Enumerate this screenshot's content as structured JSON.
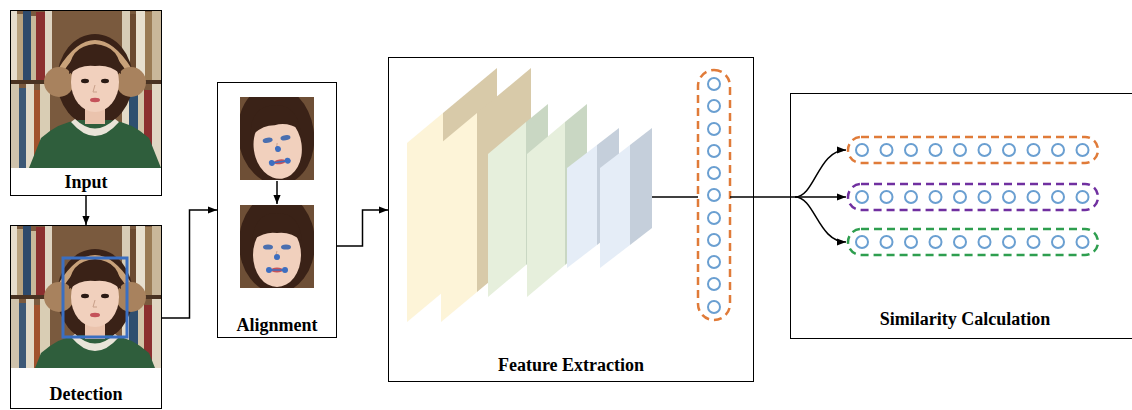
{
  "diagram": {
    "nodes": [
      {
        "text": [
          "Input"
        ]
      },
      {
        "text": [
          "Detection"
        ]
      },
      {
        "text": [
          "Alignment"
        ]
      },
      {
        "text": [
          "Feature Extraction"
        ]
      },
      {
        "text": [
          "Similarity Calculation"
        ]
      }
    ],
    "edges": [
      {
        "from": 0,
        "to": 1,
        "arrow": "to"
      },
      {
        "from": 1,
        "to": 2,
        "arrow": "to"
      },
      {
        "from": 2,
        "to": 3,
        "arrow": "to"
      },
      {
        "from": 3,
        "to": 4,
        "arrow": "to"
      }
    ]
  }
}
